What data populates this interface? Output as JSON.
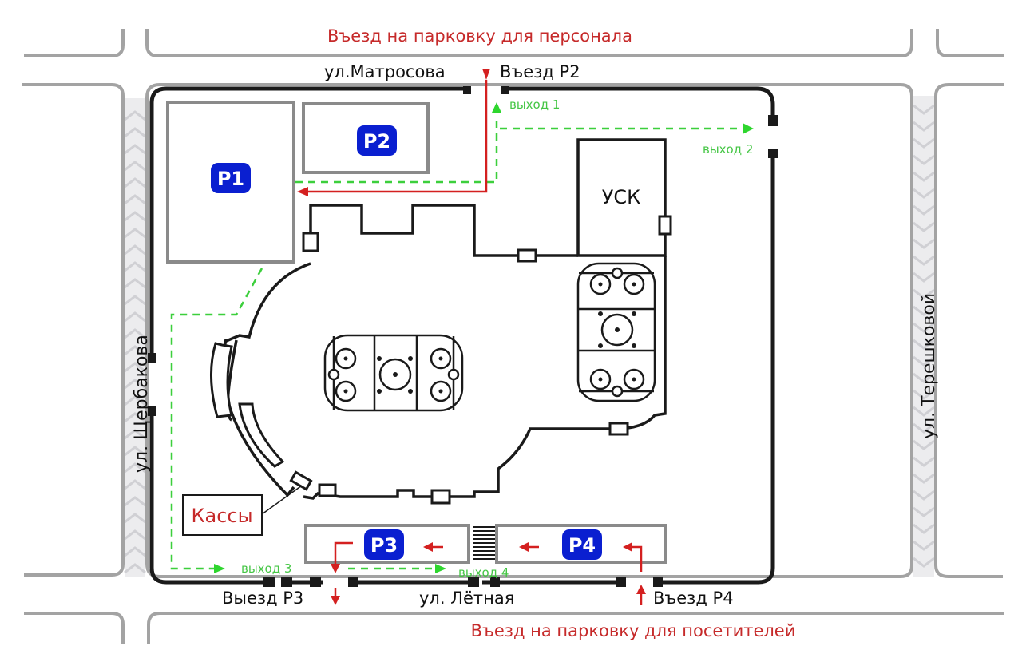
{
  "map": {
    "title_top": "Въезд на парковку для персонала",
    "title_bottom": "Въезд на парковку для посетителей",
    "streets": {
      "top": "ул.Матросова",
      "bottom": "ул. Лётная",
      "left": "ул. Щербакова",
      "right": "ул. Терешковой"
    },
    "entrances": {
      "p2_entry": "Въезд Р2",
      "p3_exit": "Выезд Р3",
      "p4_entry": "Въезд Р4"
    },
    "exits": {
      "exit1": "выход 1",
      "exit2": "выход 2",
      "exit3": "выход 3",
      "exit4": "выход 4"
    },
    "parking": [
      {
        "id": "p1",
        "label": "P1"
      },
      {
        "id": "p2",
        "label": "P2"
      },
      {
        "id": "p3",
        "label": "P3"
      },
      {
        "id": "p4",
        "label": "P4"
      }
    ],
    "buildings": {
      "usk": "УСК",
      "ticket_office": "Кассы"
    },
    "colors": {
      "staff_route": "#d42020",
      "exit_route": "#3ccf3c",
      "parking_badge": "#0a1fd0",
      "road": "#a3a3a3",
      "fence": "#1a1a1a"
    }
  }
}
